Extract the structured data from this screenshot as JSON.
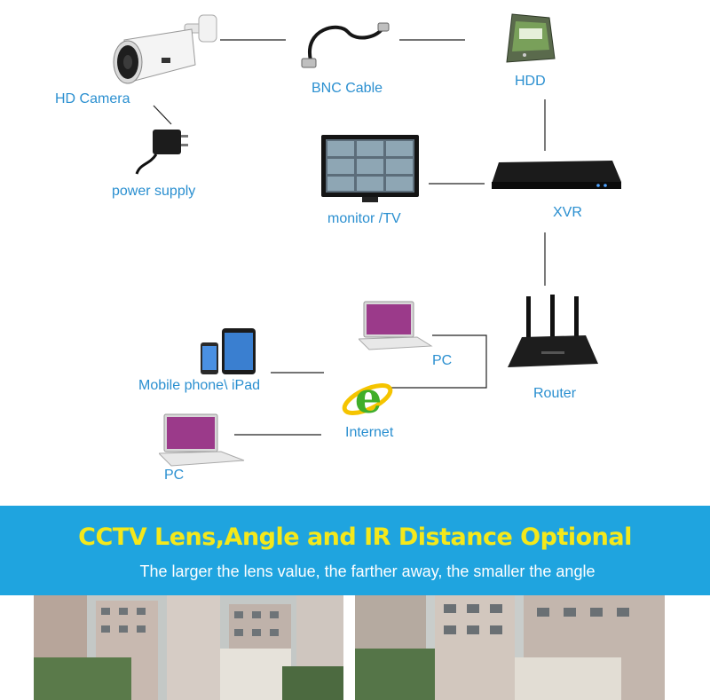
{
  "diagram": {
    "nodes": {
      "hd_camera": "HD Camera",
      "bnc_cable": "BNC Cable",
      "hdd": "HDD",
      "power_supply": "power supply",
      "monitor_tv": "monitor /TV",
      "xvr": "XVR",
      "pc_top": "PC",
      "router": "Router",
      "mobile_ipad": "Mobile phone\\ iPad",
      "internet": "Internet",
      "pc_bottom": "PC"
    },
    "colors": {
      "label": "#2a8fd0",
      "line": "#222222"
    }
  },
  "banner": {
    "title": "CCTV Lens,Angle and IR Distance Optional",
    "subtitle": "The larger the lens value, the farther away, the smaller the angle",
    "background": "#1fa4df",
    "title_color": "#f4e81b"
  },
  "photos": [
    {
      "icon": "building-photo-wide"
    },
    {
      "icon": "building-photo-zoom"
    }
  ]
}
